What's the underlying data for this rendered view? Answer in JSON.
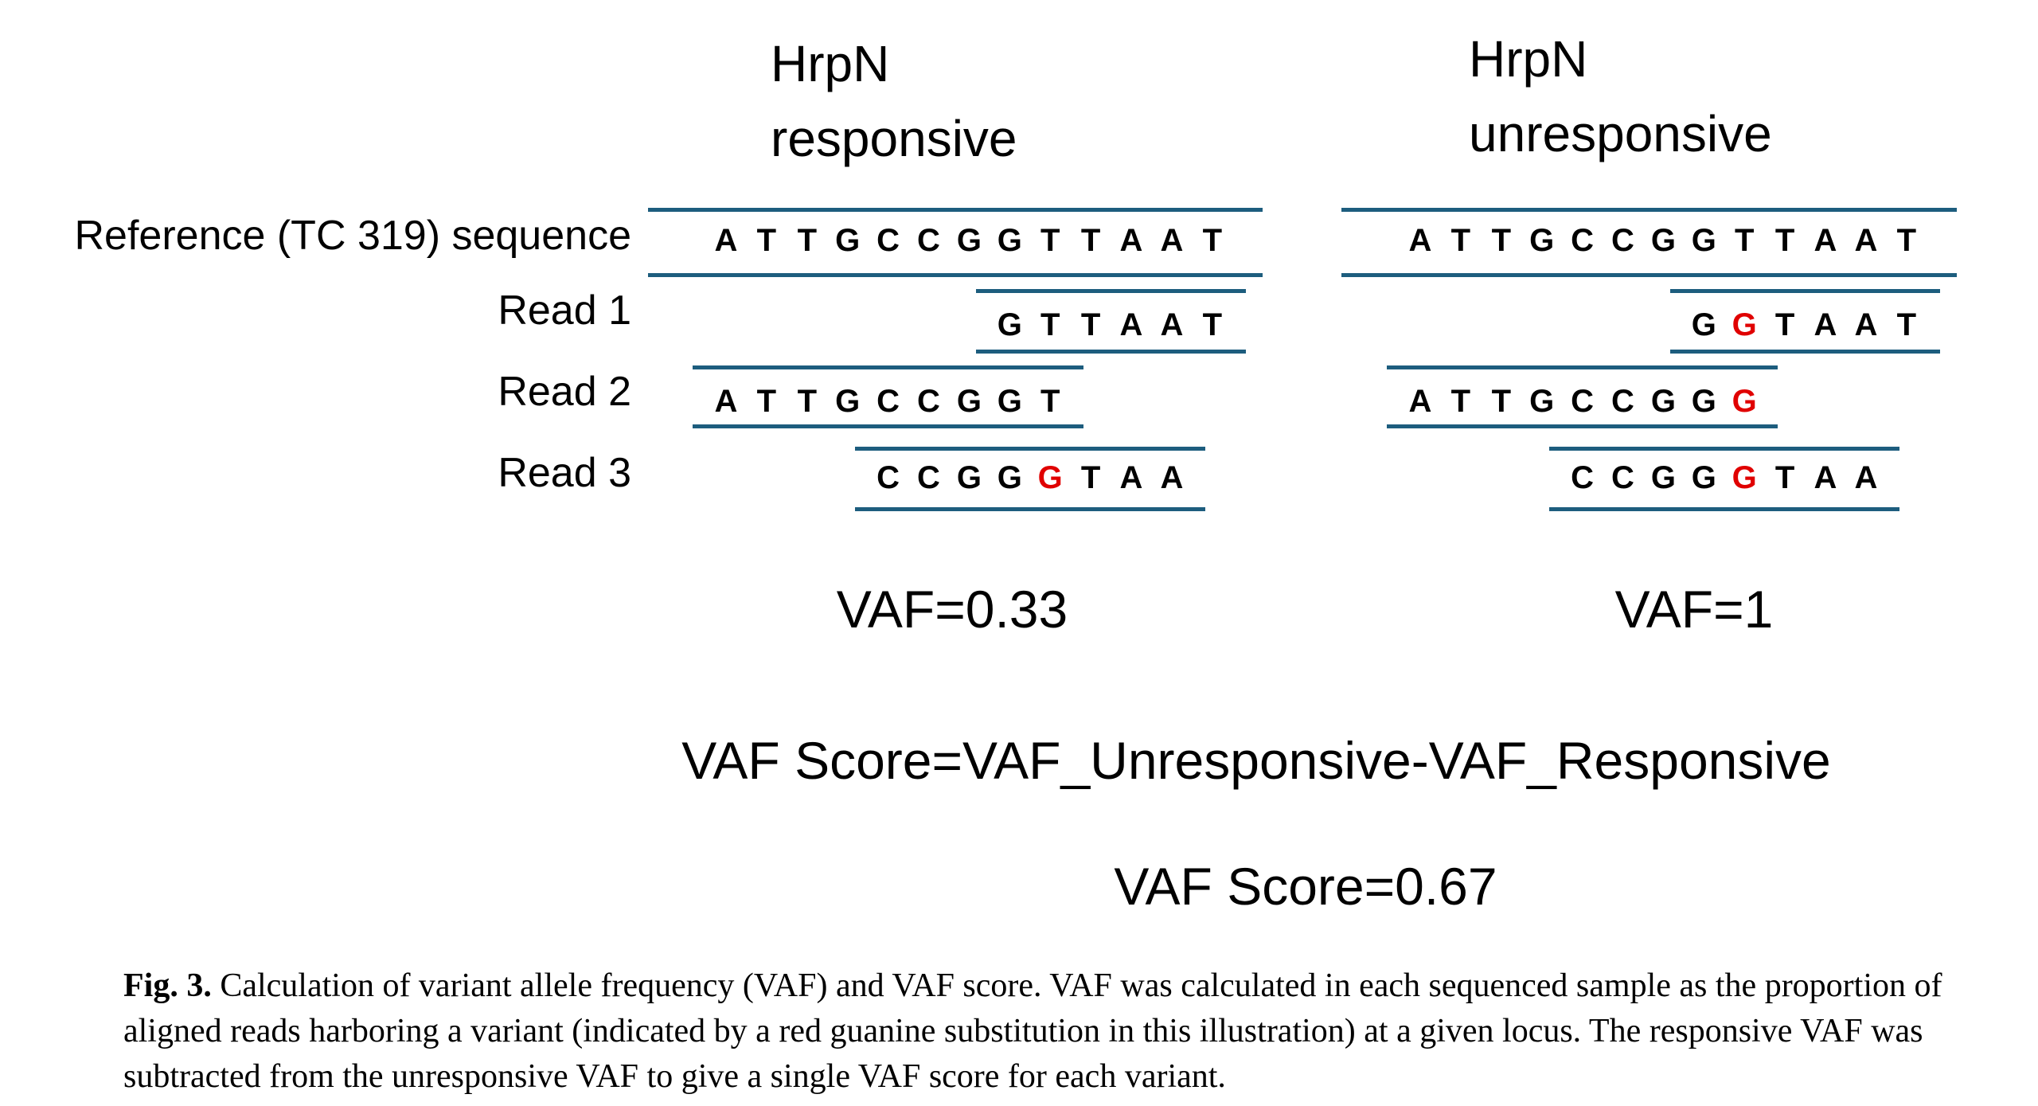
{
  "panels": [
    {
      "title_line1": "HrpN",
      "title_line2": "responsive",
      "vaf": "VAF=0.33",
      "reference": "ATTGCCGGTTAAT",
      "reads": [
        {
          "sequence": "GTTAAT",
          "start": 7,
          "variant_positions": []
        },
        {
          "sequence": "ATTGCCGGT",
          "start": 0,
          "variant_positions": []
        },
        {
          "sequence": "CCGGGTAA",
          "start": 4,
          "variant_positions": [
            4
          ]
        }
      ]
    },
    {
      "title_line1": "HrpN",
      "title_line2": "unresponsive",
      "vaf": "VAF=1",
      "reference": "ATTGCCGGTTAAT",
      "reads": [
        {
          "sequence": "GGTAAT",
          "start": 7,
          "variant_positions": [
            1
          ]
        },
        {
          "sequence": "ATTGCCGGG",
          "start": 0,
          "variant_positions": [
            8
          ]
        },
        {
          "sequence": "CCGGGTAA",
          "start": 4,
          "variant_positions": [
            4
          ]
        }
      ]
    }
  ],
  "row_labels": {
    "reference": "Reference (TC 319) sequence",
    "read1": "Read 1",
    "read2": "Read 2",
    "read3": "Read 3"
  },
  "formula": "VAF Score=VAF_Unresponsive-VAF_Responsive",
  "score": "VAF Score=0.67",
  "caption": {
    "label": "Fig. 3.",
    "text": " Calculation of variant allele frequency (VAF) and VAF score. VAF was calculated in each sequenced sample as the proportion of aligned reads harboring a variant (indicated by a red guanine substitution in this illustration) at a given locus. The responsive VAF was subtracted from the unresponsive VAF to give a single VAF score for each variant."
  },
  "colors": {
    "line": "#1d5d7e",
    "variant": "#e00000",
    "base": "#000000"
  }
}
